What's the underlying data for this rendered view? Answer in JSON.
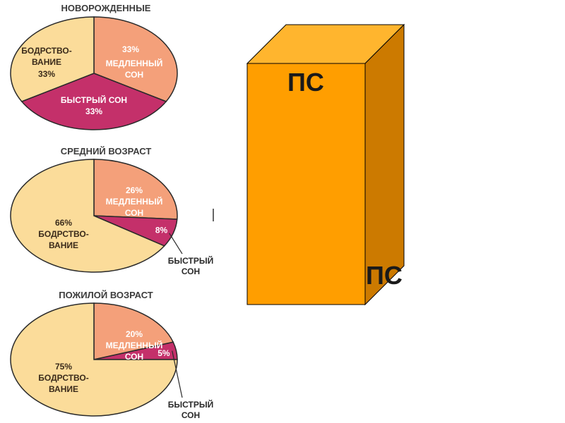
{
  "chart_data": [
    {
      "type": "pie",
      "title": "НОВОРОЖДЕННЫЕ",
      "slices": [
        {
          "label": "МЕДЛЕННЫЙ СОН",
          "value": 33,
          "value_text": "33%",
          "color": "#f4a07a"
        },
        {
          "label": "БЫСТРЫЙ СОН",
          "value": 33,
          "value_text": "33%",
          "color": "#c4306a"
        },
        {
          "label": "БОДРСТВО-ВАНИЕ",
          "value": 33,
          "value_text": "33%",
          "color": "#fbdc9a"
        }
      ]
    },
    {
      "type": "pie",
      "title": "СРЕДНИЙ ВОЗРАСТ",
      "slices": [
        {
          "label": "МЕДЛЕННЫЙ СОН",
          "value": 26,
          "value_text": "26%",
          "color": "#f4a07a"
        },
        {
          "label": "БЫСТРЫЙ СОН",
          "value": 8,
          "value_text": "8%",
          "color": "#c4306a"
        },
        {
          "label": "БОДРСТВО-ВАНИЕ",
          "value": 66,
          "value_text": "66%",
          "color": "#fbdc9a"
        }
      ]
    },
    {
      "type": "pie",
      "title": "ПОЖИЛОЙ ВОЗРАСТ",
      "slices": [
        {
          "label": "МЕДЛЕННЫЙ СОН",
          "value": 20,
          "value_text": "20%",
          "color": "#f4a07a"
        },
        {
          "label": "БЫСТРЫЙ СОН",
          "value": 5,
          "value_text": "5%",
          "color": "#c4306a"
        },
        {
          "label": "БОДРСТВО-ВАНИЕ",
          "value": 75,
          "value_text": "75%",
          "color": "#fbdc9a"
        }
      ]
    }
  ],
  "box": {
    "front_label": "ПС",
    "side_label": "ПС",
    "front_color": "#ff9e00",
    "top_color": "#ffb52e",
    "side_color": "#cc7a00"
  }
}
